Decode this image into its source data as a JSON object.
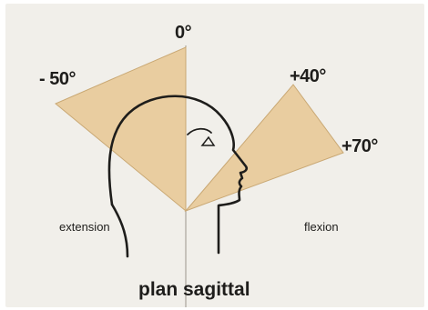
{
  "diagram": {
    "labels": {
      "zero": "0°",
      "extension_angle": "- 50°",
      "flexion_angle_1": "+40°",
      "flexion_angle_2": "+70°",
      "extension": "extension",
      "flexion": "flexion",
      "title": "plan sagittal"
    },
    "colors": {
      "board": "#f1efea",
      "wedge": "#e9cda0",
      "wedge_edge": "#c9a874",
      "ink": "#1e1d1b",
      "axis": "#9a968c"
    }
  }
}
